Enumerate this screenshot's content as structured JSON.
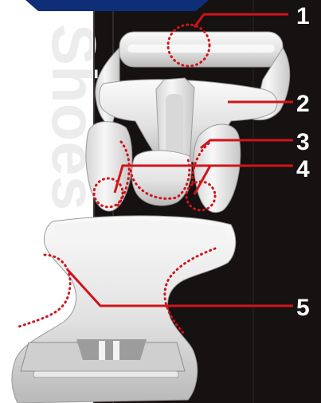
{
  "watermark": {
    "text": "Shoes"
  },
  "callouts": [
    {
      "number": "1"
    },
    {
      "number": "2"
    },
    {
      "number": "3"
    },
    {
      "number": "4"
    },
    {
      "number": "5"
    }
  ],
  "colors": {
    "background": "#161212",
    "accent_red": "#d0141a",
    "banner_blue": "#0f2e78",
    "plastic": "#e6e6e6",
    "watermark": "#ececec"
  }
}
